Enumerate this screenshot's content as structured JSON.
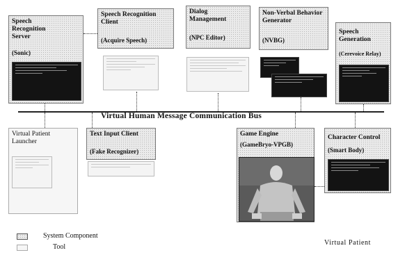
{
  "bus": {
    "label": "Virtual Human Message Communication Bus"
  },
  "components": {
    "speech_server": {
      "title": "Speech Recognition Server",
      "subtitle": "(Sonic)"
    },
    "speech_client": {
      "title": "Speech Recognition Client",
      "subtitle": "(Acquire Speech)"
    },
    "dialog": {
      "title": "Dialog Management",
      "subtitle": "(NPC Editor)"
    },
    "nvbg": {
      "title": "Non-Verbal Behavior Generator",
      "subtitle": "(NVBG)"
    },
    "speech_gen": {
      "title": "Speech Generation",
      "subtitle": "(Cerevoice Relay)"
    },
    "launcher": {
      "title": "Virtual Patient Launcher"
    },
    "text_input": {
      "title": "Text Input Client",
      "subtitle": "(Fake Recognizer)"
    },
    "game_engine": {
      "title": "Game Engine",
      "subtitle": "(GameBryo-VPGB)"
    },
    "char_control": {
      "title": "Character Control",
      "subtitle": "(Smart Body)"
    }
  },
  "legend": {
    "component": "System Component",
    "tool": "Tool"
  },
  "logo": {
    "text": "Virtual Patient"
  }
}
